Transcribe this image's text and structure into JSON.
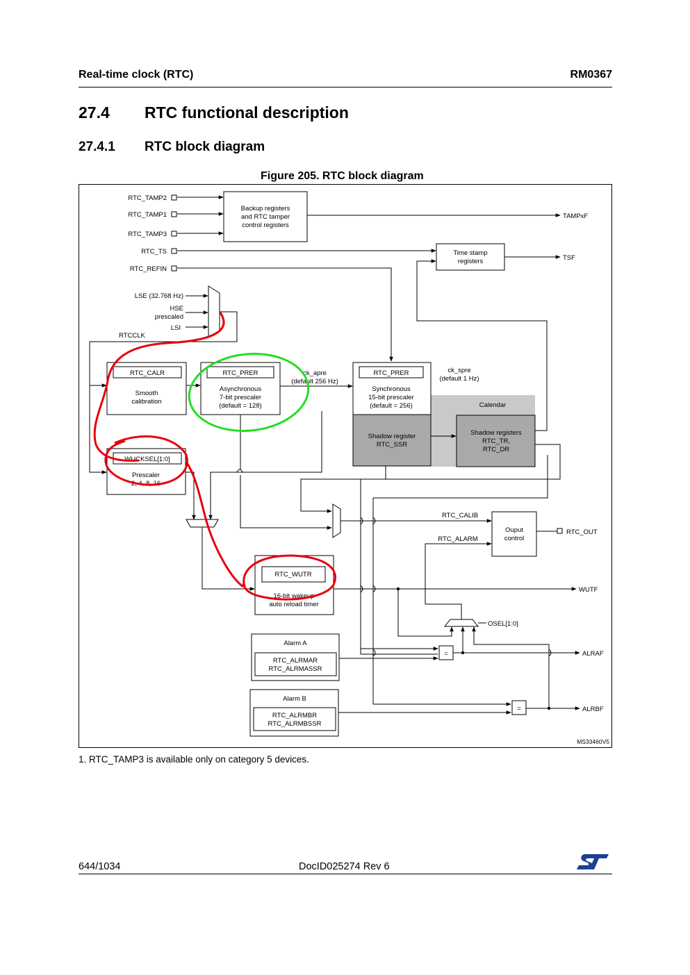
{
  "header": {
    "left": "Real-time clock (RTC)",
    "right": "RM0367"
  },
  "section": {
    "number": "27.4",
    "title": "RTC functional description"
  },
  "subsection": {
    "number": "27.4.1",
    "title": "RTC block diagram"
  },
  "figure": {
    "caption": "Figure 205. RTC block diagram",
    "id": "MS33460V5"
  },
  "diagram": {
    "inputs": {
      "tamp2": "RTC_TAMP2",
      "tamp1": "RTC_TAMP1",
      "tamp3": "RTC_TAMP3",
      "ts": "RTC_TS",
      "refin": "RTC_REFIN"
    },
    "backup": [
      "Backup registers",
      "and RTC tamper",
      "control registers"
    ],
    "tampxf": "TAMPxF",
    "timestamp": [
      "Time stamp",
      "registers"
    ],
    "tsf": "TSF",
    "clk_lse": "LSE (32.768 Hz)",
    "clk_hse": [
      "HSE",
      "prescaled"
    ],
    "clk_lsi": "LSI",
    "rtcclk": "RTCCLK",
    "calr": {
      "reg": "RTC_CALR",
      "desc": [
        "Smooth",
        "calibration"
      ]
    },
    "prer_async": {
      "reg": "RTC_PRER",
      "desc": [
        "Asynchronous",
        "7-bit prescaler",
        "(default = 128)"
      ]
    },
    "ck_apre": [
      "ck_apre",
      "(default 256 Hz)"
    ],
    "prer_sync": {
      "reg": "RTC_PRER",
      "desc": [
        "Synchronous",
        "15-bit prescaler",
        "(default = 256)"
      ]
    },
    "ck_spre": [
      "ck_spre",
      "(default 1 Hz)"
    ],
    "calendar": "Calendar",
    "shadow_ssr": [
      "Shadow register",
      "RTC_SSR"
    ],
    "shadow_trdr": [
      "Shadow registers",
      "RTC_TR,",
      "RTC_DR"
    ],
    "wucksel": {
      "reg": "WUCKSEL[1:0]",
      "desc": [
        "Prescaler",
        "2, 4, 8, 16"
      ]
    },
    "rtc_calib": "RTC_CALIB",
    "rtc_alarm": "RTC_ALARM",
    "output_ctrl": [
      "Ouput",
      "control"
    ],
    "rtc_out": "RTC_OUT",
    "wutr": {
      "reg": "RTC_WUTR",
      "desc": [
        "16-bit wakeup",
        "auto reload timer"
      ]
    },
    "wutf": "WUTF",
    "osel": "OSEL[1:0]",
    "alarm_a": {
      "title": "Alarm A",
      "regs": [
        "RTC_ALRMAR",
        "RTC_ALRMASSR"
      ]
    },
    "alrmaf": "ALRAF",
    "alarm_b": {
      "title": "Alarm B",
      "regs": [
        "RTC_ALRMBR",
        "RTC_ALRMBSSR"
      ]
    },
    "alrbf": "ALRBF",
    "eq": "="
  },
  "footnote": "1.   RTC_TAMP3 is available only on category 5 devices.",
  "footer": {
    "page": "644/1034",
    "doc": "DocID025274 Rev 6",
    "logo": "ST"
  },
  "annotation_colors": {
    "red": "#e8000b",
    "green": "#22dd22"
  }
}
